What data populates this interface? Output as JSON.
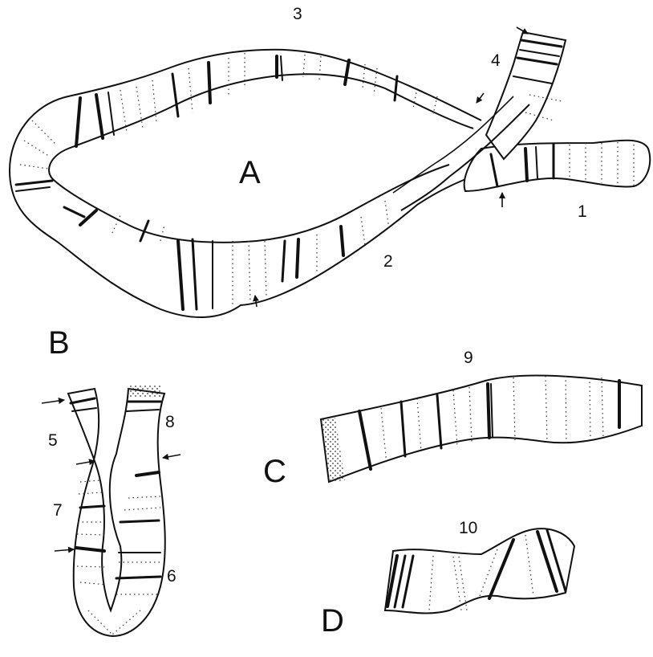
{
  "panels": {
    "A": {
      "label": "A",
      "segments": [
        "1",
        "2",
        "3",
        "4"
      ]
    },
    "B": {
      "label": "B",
      "segments": [
        "5",
        "6",
        "7",
        "8"
      ]
    },
    "C": {
      "label": "C",
      "segments": [
        "9"
      ]
    },
    "D": {
      "label": "D",
      "segments": [
        "10"
      ]
    }
  },
  "colors": {
    "ink": "#111111",
    "paper": "#ffffff",
    "stipple": "#555555"
  }
}
